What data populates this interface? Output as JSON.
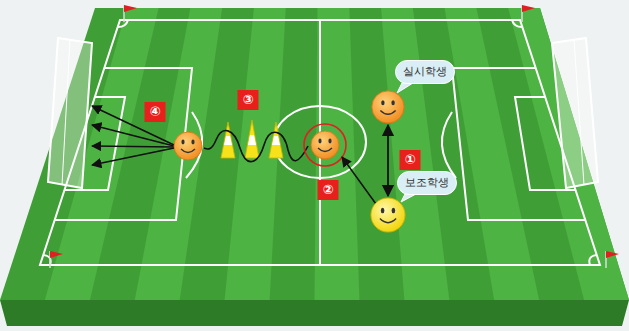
{
  "diagram": {
    "nodes": [
      {
        "text": [
          "실시학생"
        ]
      },
      {
        "text": [
          "보조학생"
        ]
      }
    ],
    "edges": [
      {
        "from": 0,
        "to": 1,
        "arrow": "both"
      }
    ],
    "labels": [
      "①",
      "②",
      "③",
      "④"
    ]
  }
}
